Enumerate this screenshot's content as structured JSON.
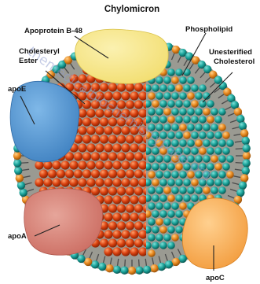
{
  "diagram": {
    "title": "Chylomicron",
    "labels": {
      "apoprotein_b48": "Apoprotein B-48",
      "phospholipid": "Phospholipid",
      "cholesteryl_ester_line1": "Cholesteryl",
      "cholesteryl_ester_line2": "Ester",
      "unesterified_line1": "Unesterified",
      "unesterified_line2": "Cholesterol",
      "apoe": "apoE",
      "apoa": "apoA",
      "apoc": "apoC"
    },
    "watermark": "themedicalbiochemistrypage.org",
    "colors": {
      "phospholipid_head": "#1aa39a",
      "outer_head": "#e8891f",
      "core_sphere": "#d9410f",
      "tail": "#4b4b4b",
      "membrane_fill": "#9a9a92",
      "apob48": "#f2dd6e",
      "apoe": "#4c8fcc",
      "apoa": "#cf7a6f",
      "apoc": "#f6a94a",
      "watermark": "#8f9ccf"
    }
  }
}
